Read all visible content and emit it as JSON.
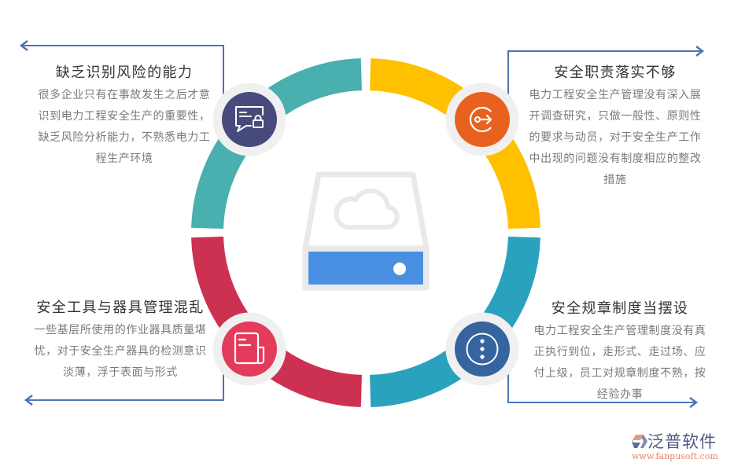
{
  "diagram": {
    "center_icon": "cloud-storage-drive-icon",
    "colors": {
      "ring_top_left": "#49AFAF",
      "ring_top_right": "#FFC000",
      "ring_bottom_right": "#2AA2BE",
      "ring_bottom_left": "#CC3152",
      "badge_top_left": "#474B7B",
      "badge_top_right": "#E8621F",
      "badge_bottom_left": "#E33B5B",
      "badge_bottom_right": "#35649E",
      "badge_ring": "#F0F0F0",
      "connector": "#4F74B3",
      "drive_body": "#4A90E2",
      "drive_outline": "#E9E9E9"
    },
    "items": [
      {
        "position": "top-left",
        "icon": "chat-lock-icon",
        "title": "缺乏识别风险的能力",
        "lines": [
          "很多企业只有在事故发生之后才意",
          "识到电力工程安全生产的重要性，",
          "缺乏风险分析能力，不熟悉电力工",
          "程生产环境"
        ]
      },
      {
        "position": "top-right",
        "icon": "exit-arrow-icon",
        "title": "安全职责落实不够",
        "lines": [
          "电力工程安全生产管理没有深入展",
          "开调查研究，只做一般性、原则性",
          "的要求与动员，对于安全生产工作",
          "中出现的问题没有制度相应的整改",
          "措施"
        ]
      },
      {
        "position": "bottom-left",
        "icon": "document-icon",
        "title": "安全工具与器具管理混乱",
        "lines": [
          "一些基层所使用的作业器具质量堪",
          "忧，对于安全生产器具的检测意识",
          "淡薄，浮于表面与形式"
        ]
      },
      {
        "position": "bottom-right",
        "icon": "more-options-icon",
        "title": "安全规章制度当摆设",
        "lines": [
          "电力工程安全生产管理制度没有真",
          "正执行到位，走形式、走过场、应",
          "付上级，员工对规章制度不熟，按",
          "经验办事"
        ]
      }
    ]
  },
  "logo": {
    "name": "泛普软件",
    "url": "www.fanpusoft.com"
  }
}
